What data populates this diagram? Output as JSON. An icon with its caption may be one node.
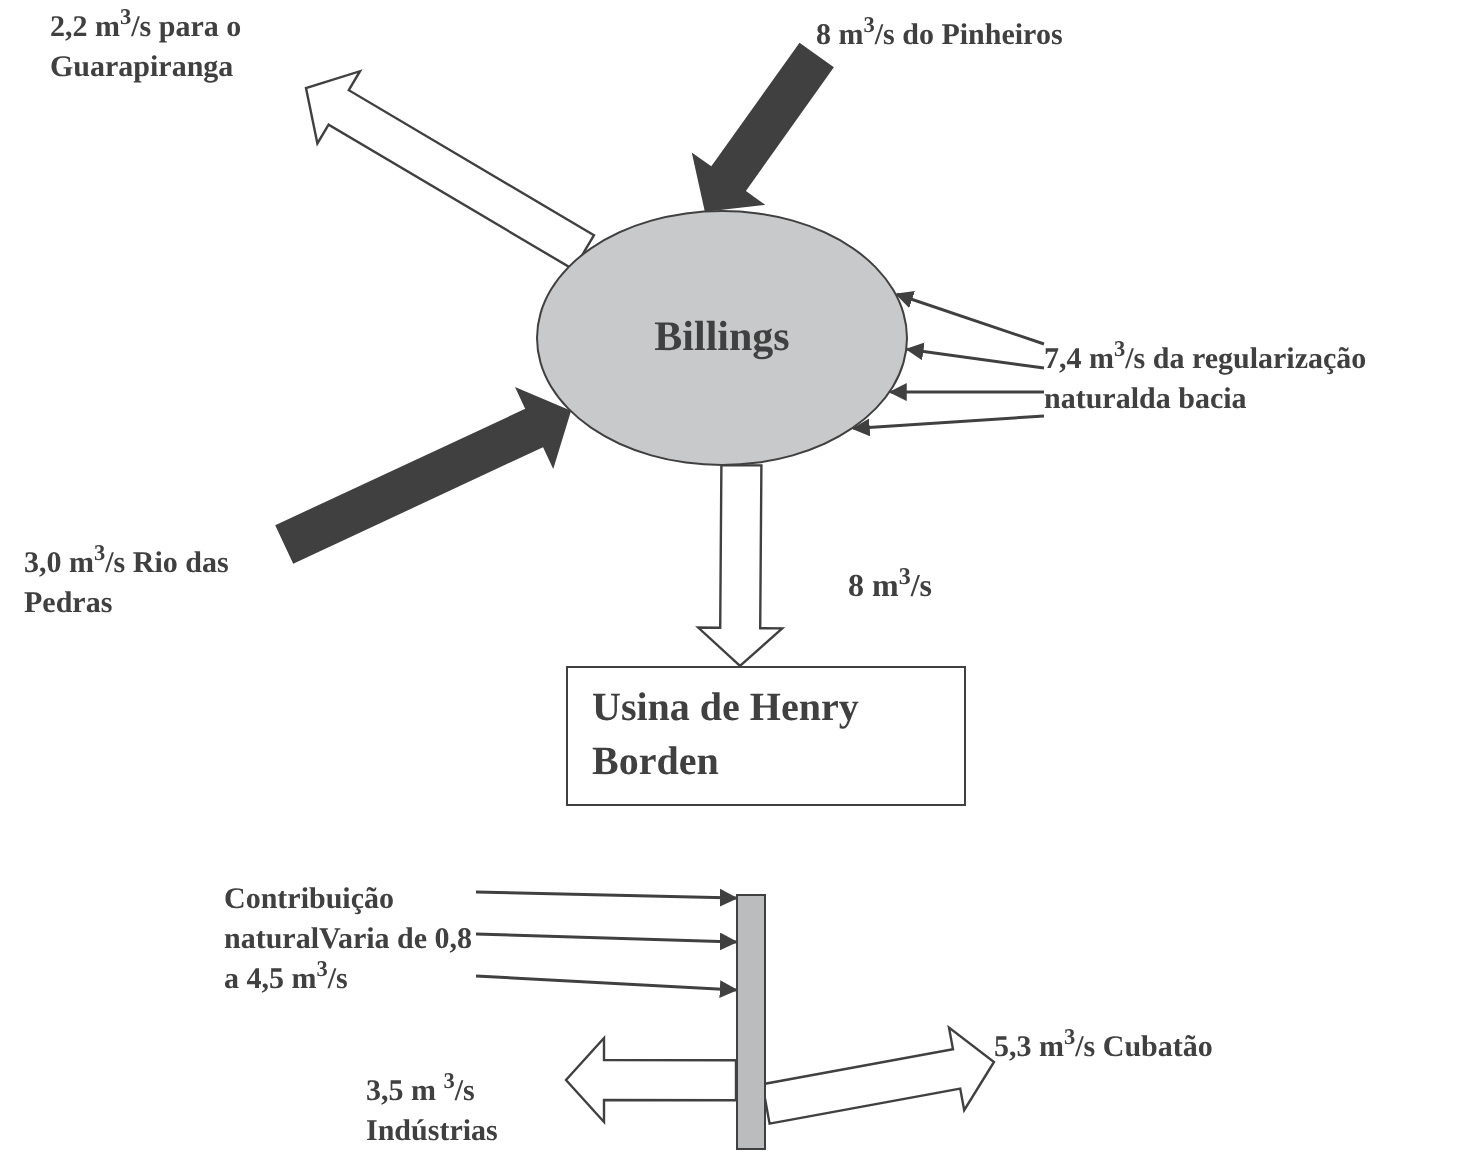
{
  "diagram": {
    "nodes": [
      {
        "text": [
          "2,2 m$^{3}$/s para o Guarapiranga"
        ]
      },
      {
        "text": [
          "8 m$^{3}$/s do Pinheiros"
        ]
      },
      {
        "text": [
          "Billings"
        ]
      },
      {
        "text": [
          "7,4 m$^{3}$/s da regularização naturalda bacia"
        ]
      },
      {
        "text": [
          "3,0 m$^{3}$/s Rio das Pedras"
        ]
      },
      {
        "text": [
          "Usina de Henry Borden"
        ]
      },
      {
        "text": [],
        "shape": "bar"
      },
      {
        "text": [
          "Contribuição naturalVaria de 0,8 a 4,5 m$^{3}$/s"
        ]
      },
      {
        "text": [
          "3,5 m $^{3}$/s Indústrias"
        ]
      },
      {
        "text": [
          "5,3 m$^{3}$/s Cubatão"
        ]
      }
    ],
    "edges": [
      {
        "from": 2,
        "to": 0,
        "arrow": "to",
        "style": "thick",
        "color": "#ffffff"
      },
      {
        "from": 1,
        "to": 2,
        "arrow": "to",
        "style": "thick",
        "color": "#404040"
      },
      {
        "from": 3,
        "to": 2,
        "arrow": "to"
      },
      {
        "from": 3,
        "to": 2,
        "arrow": "to"
      },
      {
        "from": 3,
        "to": 2,
        "arrow": "to"
      },
      {
        "from": 3,
        "to": 2,
        "arrow": "to"
      },
      {
        "from": 4,
        "to": 2,
        "arrow": "to",
        "style": "thick",
        "color": "#404040"
      },
      {
        "from": 2,
        "to": 5,
        "arrow": "to",
        "label": "8  m$^{3}$/s",
        "style": "thick",
        "color": "#ffffff"
      },
      {
        "from": 7,
        "to": 6,
        "arrow": "to"
      },
      {
        "from": 7,
        "to": 6,
        "arrow": "to"
      },
      {
        "from": 7,
        "to": 6,
        "arrow": "to"
      },
      {
        "from": 6,
        "to": 8,
        "arrow": "to",
        "style": "thick",
        "color": "#ffffff"
      },
      {
        "from": 6,
        "to": 9,
        "arrow": "to",
        "style": "thick",
        "color": "#ffffff"
      }
    ]
  }
}
